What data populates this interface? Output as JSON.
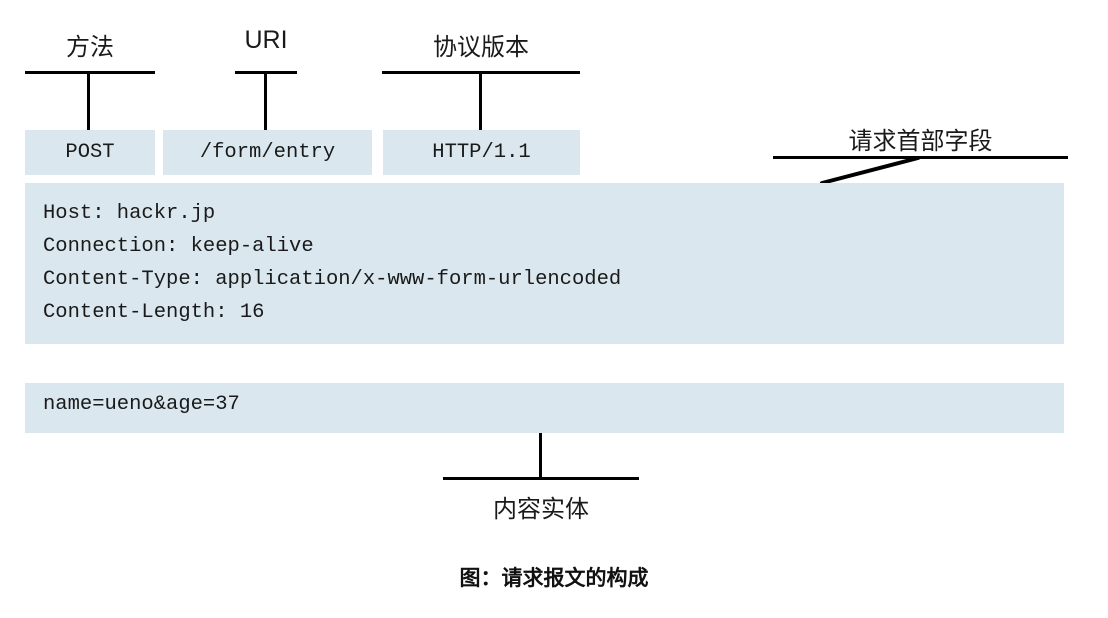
{
  "figure": {
    "caption": "图：请求报文的构成",
    "fill_color": "#dae7ee",
    "line_color": "#000000",
    "text_color": "#1a1a1a"
  },
  "request_line": {
    "labels": {
      "method": "方法",
      "uri": "URI",
      "version": "协议版本"
    },
    "tokens": {
      "method": "POST",
      "uri": "/form/entry",
      "version": "HTTP/1.1"
    }
  },
  "headers": {
    "annotation": "请求首部字段",
    "lines": [
      "Host: hackr.jp",
      "Connection: keep-alive",
      "Content-Type: application/x-www-form-urlencoded",
      "Content-Length: 16"
    ]
  },
  "body": {
    "annotation": "内容实体",
    "text": "name=ueno&age=37"
  }
}
